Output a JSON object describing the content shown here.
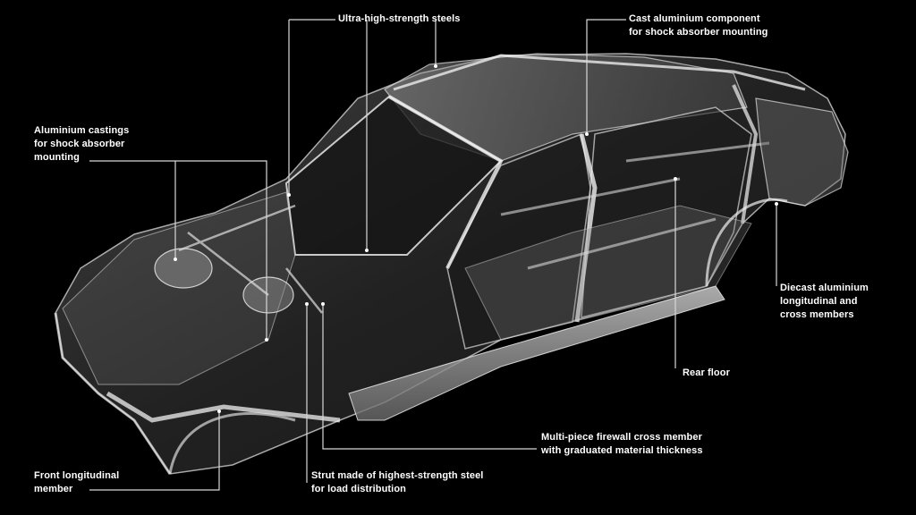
{
  "colors": {
    "background": "#000000",
    "callout_text": "#ffffff",
    "leader_line": "#d8d8d8",
    "body_shell": "#c9c9c9"
  },
  "callouts": {
    "ultra_high_strength_steels": {
      "lines": [
        "Ultra-high-strength steels"
      ]
    },
    "cast_aluminium_component": {
      "lines": [
        "Cast aluminium component",
        "for shock absorber mounting"
      ]
    },
    "aluminium_castings": {
      "lines": [
        "Aluminium castings",
        "for shock absorber",
        "mounting"
      ]
    },
    "diecast_aluminium": {
      "lines": [
        "Diecast aluminium",
        "longitudinal and",
        "cross members"
      ]
    },
    "rear_floor": {
      "lines": [
        "Rear floor"
      ]
    },
    "firewall_cross_member": {
      "lines": [
        "Multi-piece firewall cross member",
        "with graduated material thickness"
      ]
    },
    "strut": {
      "lines": [
        "Strut made of highest-strength steel",
        "for load distribution"
      ]
    },
    "front_longitudinal": {
      "lines": [
        "Front longitudinal",
        "member"
      ]
    }
  }
}
